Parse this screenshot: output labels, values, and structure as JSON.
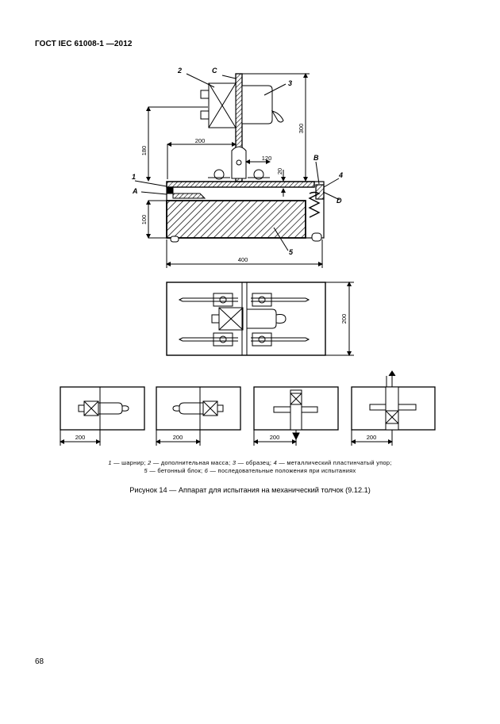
{
  "document": {
    "header": "ГОСТ IEC 61008-1 —2012",
    "page_number": "68",
    "figure": {
      "caption": "Рисунок 14 — Аппарат для испытания на механический толчок (9.12.1)",
      "legend_line1": [
        {
          "num": "1",
          "text": " — шарнир; "
        },
        {
          "num": "2",
          "text": " — дополнительная масса; "
        },
        {
          "num": "3",
          "text": " — образец; "
        },
        {
          "num": "4",
          "text": " — металлический пластинчатый упор;"
        }
      ],
      "legend_line2": [
        {
          "num": "5",
          "text": " — бетонный блок; "
        },
        {
          "num": "6",
          "text": " — последовательные положения при испытаниях"
        }
      ],
      "labels": {
        "n1": "1",
        "n2": "2",
        "n3": "3",
        "n4": "4",
        "n5": "5",
        "A": "A",
        "B": "B",
        "C": "C",
        "D": "D"
      },
      "dimensions": {
        "d180": "180",
        "d200_top": "200",
        "d300": "300",
        "d120": "120",
        "d20": "20",
        "d100": "100",
        "d400": "400",
        "d200_plan": "200",
        "d200_a": "200",
        "d200_b": "200",
        "d200_c": "200",
        "d200_d": "200"
      }
    }
  }
}
